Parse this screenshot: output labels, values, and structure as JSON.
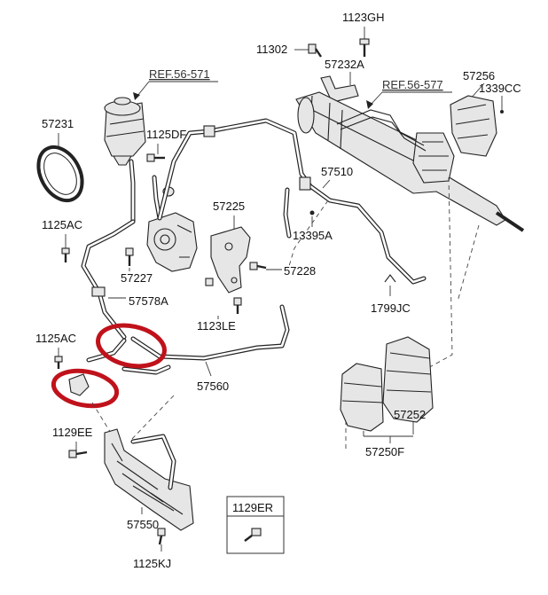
{
  "colors": {
    "highlight": "#c0121b",
    "line": "#222222"
  },
  "references": [
    "REF.56-571",
    "REF.56-577"
  ],
  "parts": {
    "p1123GH": "1123GH",
    "p11302": "11302",
    "p57232A": "57232A",
    "p57256": "57256",
    "p1339CC": "1339CC",
    "p57231": "57231",
    "p1125DF": "1125DF",
    "p57510": "57510",
    "p57225": "57225",
    "p13395A": "13395A",
    "p1125AC_top": "1125AC",
    "p57227": "57227",
    "p57228": "57228",
    "p57578A": "57578A",
    "p1123LE": "1123LE",
    "p1799JC": "1799JC",
    "p1125AC_mid": "1125AC",
    "p57560": "57560",
    "p57252": "57252",
    "p1129EE": "1129EE",
    "p57250F": "57250F",
    "p57550": "57550",
    "p1129ER": "1129ER",
    "p1125KJ": "1125KJ"
  },
  "highlights": [
    "hose-end-highlight",
    "bracket-clamp-highlight"
  ]
}
